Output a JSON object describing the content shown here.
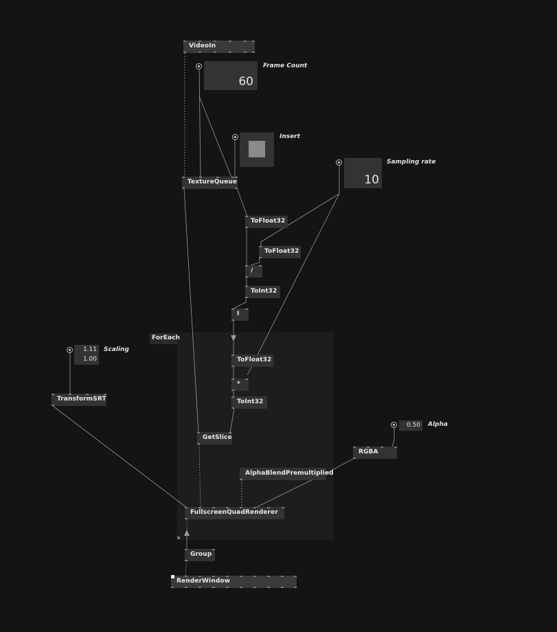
{
  "nodes": {
    "videoin": "VideoIn",
    "texturequeue": "TextureQueue",
    "tofloat32_a": "ToFloat32",
    "tofloat32_b": "ToFloat32",
    "divide": "/",
    "toint32_a": "ToInt32",
    "i": "I",
    "foreach": "ForEach",
    "tofloat32_c": "ToFloat32",
    "multiply": "*",
    "toint32_b": "ToInt32",
    "getslice": "GetSlice",
    "transformsrt": "TransformSRT",
    "rgba": "RGBA",
    "alphablend": "AlphaBlendPremultiplied",
    "fullscreen": "FullscreenQuadRenderer",
    "group": "Group",
    "renderwindow": "RenderWindow"
  },
  "io": {
    "frame_count": {
      "name": "Frame Count",
      "value": "60"
    },
    "insert": {
      "name": "Insert"
    },
    "sampling_rate": {
      "name": "Sampling rate",
      "value": "10"
    },
    "scaling": {
      "name": "Scaling",
      "value1": "1.11",
      "value2": "1.00"
    },
    "alpha": {
      "name": "Alpha",
      "value": "0.50"
    }
  },
  "colors": {
    "background": "#141414",
    "region": "#1d1d1d",
    "node": "#333333",
    "wire": "#9a9a9a"
  }
}
